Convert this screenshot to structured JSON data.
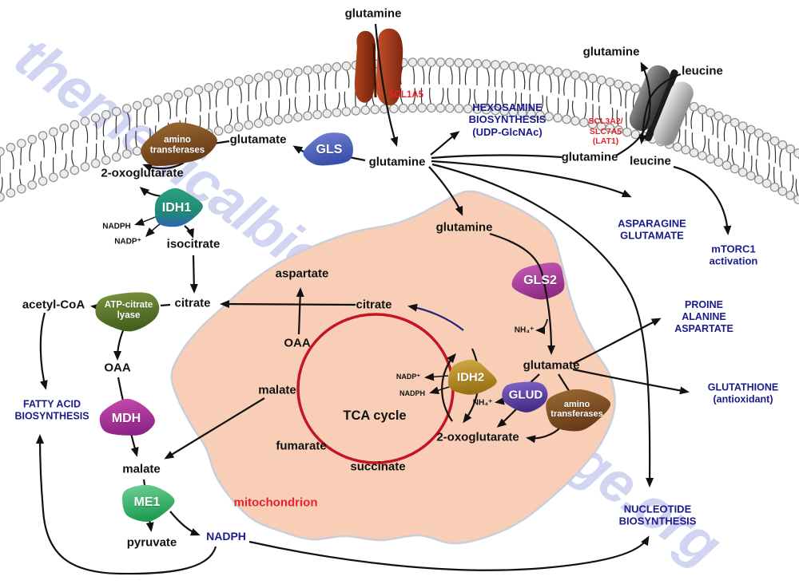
{
  "watermark": "themedicalbiochemistrypage.org",
  "extracellular": {
    "glutamine_top": "glutamine",
    "glutamine_out": "glutamine",
    "leucine_out": "leucine"
  },
  "membrane": {
    "transporter_scl1a5": "SCL1A5",
    "transporter_lat1": "SCL3A2/\nSLC7A5\n(LAT1)"
  },
  "cytosol": {
    "glutamine_in_lat1": "glutamine",
    "leucine_in": "leucine",
    "glutamine": "glutamine",
    "gls": "GLS",
    "glutamate": "glutamate",
    "amino_transferases": "amino\ntransferases",
    "oxoglutarate": "2-oxoglutarate",
    "idh1": "IDH1",
    "nadph_idh1": "NADPH",
    "nadp_idh1": "NADP⁺",
    "isocitrate": "isocitrate",
    "citrate": "citrate",
    "atp_citrate_lyase": "ATP-citrate\nlyase",
    "acetyl_coa": "acetyl-CoA",
    "oaa": "OAA",
    "mdh": "MDH",
    "malate": "malate",
    "me1": "ME1",
    "pyruvate": "pyruvate",
    "nadph_me1": "NADPH"
  },
  "mitochondrion": {
    "organelle_label": "mitochondrion",
    "tca_cycle": "TCA cycle",
    "glutamine": "glutamine",
    "gls2": "GLS2",
    "nh4_gls2": "NH₄⁺",
    "glutamate": "glutamate",
    "glud": "GLUD",
    "nh4_glud": "NH₄⁺",
    "amino_transferases": "amino\ntransferases",
    "oxoglutarate": "2-oxoglutarate",
    "idh2": "IDH2",
    "nadp_idh2": "NADP⁺",
    "nadph_idh2": "NADPH",
    "aspartate": "aspartate",
    "citrate": "citrate",
    "oaa": "OAA",
    "malate": "malate",
    "fumarate": "fumarate",
    "succinate": "succinate"
  },
  "pathways": {
    "hexosamine": "HEXOSAMINE\nBIOSYNTHESIS\n(UDP-GlcNAc)",
    "asparagine": "ASPARAGINE\nGLUTAMATE",
    "mtorc1": "mTORC1\nactivation",
    "proine": "PROINE\nALANINE\nASPARTATE",
    "glutathione": "GLUTATHIONE\n(antioxidant)",
    "nucleotide": "NUCLEOTIDE\nBIOSYNTHESIS",
    "fatty_acid": "FATTY ACID\nBIOSYNTHESIS"
  },
  "colors": {
    "blue": "#1b1b8b",
    "red": "#e8212b",
    "watermark": "#c7cbee",
    "mito_fill": "#f8cfb6",
    "mito_edge": "#c9ced8",
    "tca_red": "#c41425",
    "arrow": "#111111",
    "navy_arrow": "#23237a"
  }
}
